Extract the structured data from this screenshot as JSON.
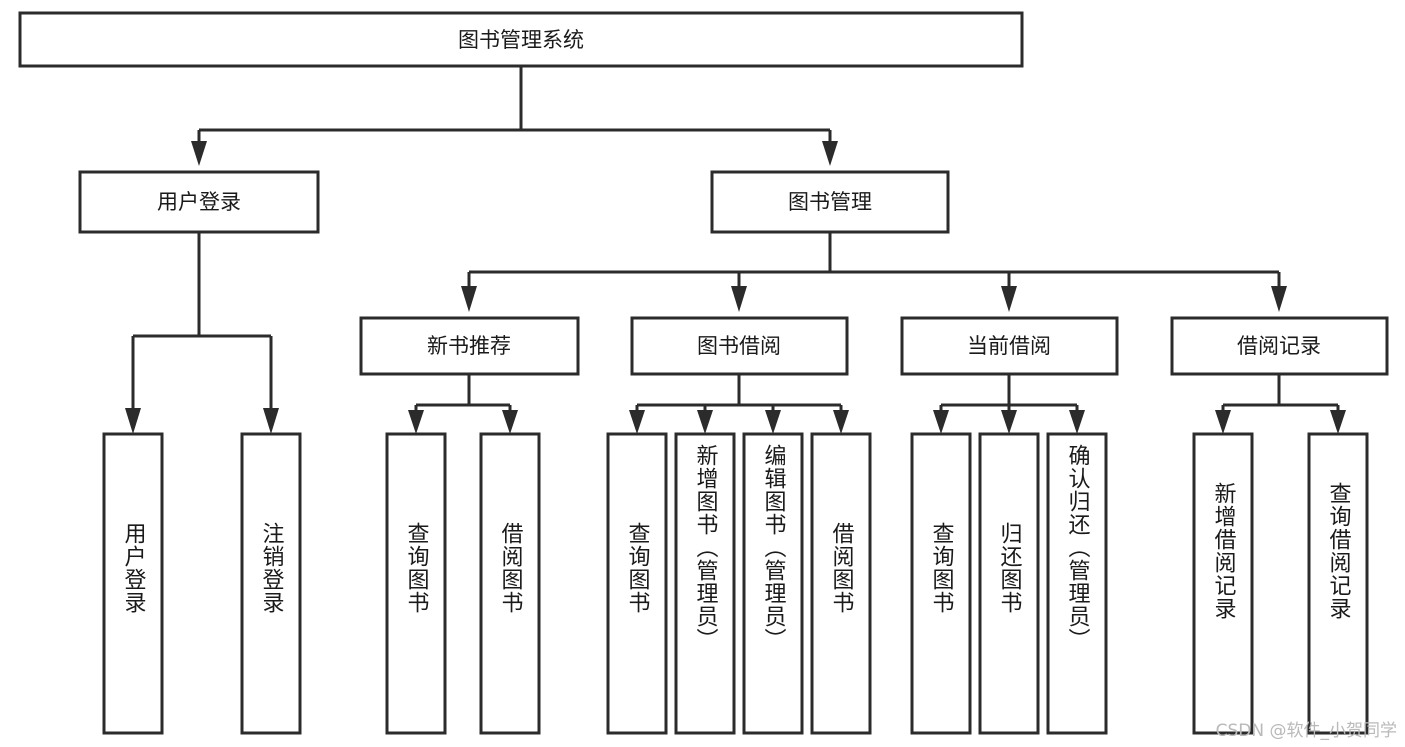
{
  "diagram": {
    "title_node": {
      "label": "图书管理系统"
    },
    "level2": [
      {
        "id": "user-login",
        "label": "用户登录"
      },
      {
        "id": "book-manage",
        "label": "图书管理"
      }
    ],
    "level3": [
      {
        "id": "new-book-rec",
        "label": "新书推荐"
      },
      {
        "id": "book-borrow",
        "label": "图书借阅"
      },
      {
        "id": "current-borrow",
        "label": "当前借阅"
      },
      {
        "id": "borrow-record",
        "label": "借阅记录"
      }
    ],
    "leaves": [
      {
        "id": "leaf-user-login",
        "label": "用户登录"
      },
      {
        "id": "leaf-logout",
        "label": "注销登录"
      },
      {
        "id": "leaf-query-book-1",
        "label": "查询图书"
      },
      {
        "id": "leaf-borrow-book-1",
        "label": "借阅图书"
      },
      {
        "id": "leaf-query-book-2",
        "label": "查询图书"
      },
      {
        "id": "leaf-add-book",
        "label": "新增图书（管理员）"
      },
      {
        "id": "leaf-edit-book",
        "label": "编辑图书（管理员）"
      },
      {
        "id": "leaf-borrow-book-2",
        "label": "借阅图书"
      },
      {
        "id": "leaf-query-book-3",
        "label": "查询图书"
      },
      {
        "id": "leaf-return-book",
        "label": "归还图书"
      },
      {
        "id": "leaf-confirm-return",
        "label": "确认归还（管理员）"
      },
      {
        "id": "leaf-add-record",
        "label": "新增借阅记录"
      },
      {
        "id": "leaf-query-record",
        "label": "查询借阅记录"
      }
    ]
  },
  "watermark": {
    "text": "CSDN @软件_小贺同学"
  },
  "colors": {
    "stroke": "#2b2b2b",
    "fill": "#ffffff",
    "text": "#1a1a1a",
    "watermark": "#b9b9b9"
  },
  "chart_data": {
    "type": "diagram",
    "subtype": "tree-hierarchy",
    "title": "图书管理系统",
    "nodes": [
      {
        "level": 0,
        "label": "图书管理系统",
        "children": [
          "用户登录",
          "图书管理"
        ]
      },
      {
        "level": 1,
        "label": "用户登录",
        "children": [
          "用户登录",
          "注销登录"
        ]
      },
      {
        "level": 1,
        "label": "图书管理",
        "children": [
          "新书推荐",
          "图书借阅",
          "当前借阅",
          "借阅记录"
        ]
      },
      {
        "level": 2,
        "label": "新书推荐",
        "children": [
          "查询图书",
          "借阅图书"
        ]
      },
      {
        "level": 2,
        "label": "图书借阅",
        "children": [
          "查询图书",
          "新增图书（管理员）",
          "编辑图书（管理员）",
          "借阅图书"
        ]
      },
      {
        "level": 2,
        "label": "当前借阅",
        "children": [
          "查询图书",
          "归还图书",
          "确认归还（管理员）"
        ]
      },
      {
        "level": 2,
        "label": "借阅记录",
        "children": [
          "新增借阅记录",
          "查询借阅记录"
        ]
      }
    ]
  }
}
